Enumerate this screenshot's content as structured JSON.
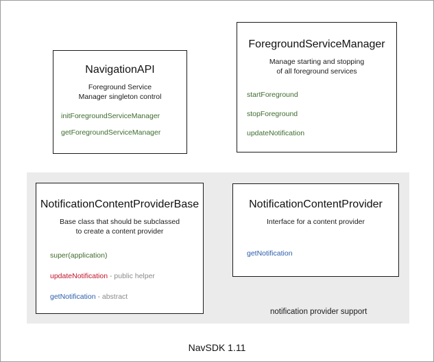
{
  "diagram": {
    "footer_caption": "NavSDK 1.11",
    "group": {
      "label": "notification provider support",
      "background": "#ebebeb"
    },
    "colors": {
      "method_green": "#3d6b2e",
      "method_red": "#c1122a",
      "method_blue": "#2b5cab",
      "note_gray": "#8a8a8a",
      "box_border": "#1a1a1a",
      "canvas_border": "#9a9a9a"
    },
    "boxes": [
      {
        "title": "NavigationAPI",
        "description_lines": [
          "Foreground Service",
          "Manager singleton control"
        ],
        "members": [
          {
            "name": "initForegroundServiceManager",
            "note": ""
          },
          {
            "name": "getForegroundServiceManager",
            "note": ""
          }
        ]
      },
      {
        "title": "ForegroundServiceManager",
        "description_lines": [
          "Manage starting and stopping",
          "of all foreground services"
        ],
        "members": [
          {
            "name": "startForeground",
            "note": ""
          },
          {
            "name": "stopForeground",
            "note": ""
          },
          {
            "name": "updateNotification",
            "note": ""
          }
        ]
      },
      {
        "title": "NotificationContentProviderBase",
        "description_lines": [
          "Base class that should be subclassed",
          "to create a content provider"
        ],
        "members": [
          {
            "name": "super(application)",
            "note": ""
          },
          {
            "name": "updateNotification",
            "note": " - public helper"
          },
          {
            "name": "getNotification",
            "note": " - abstract"
          }
        ]
      },
      {
        "title": "NotificationContentProvider",
        "description_lines": [
          "Interface for a content provider"
        ],
        "members": [
          {
            "name": "getNotification",
            "note": ""
          }
        ]
      }
    ]
  }
}
